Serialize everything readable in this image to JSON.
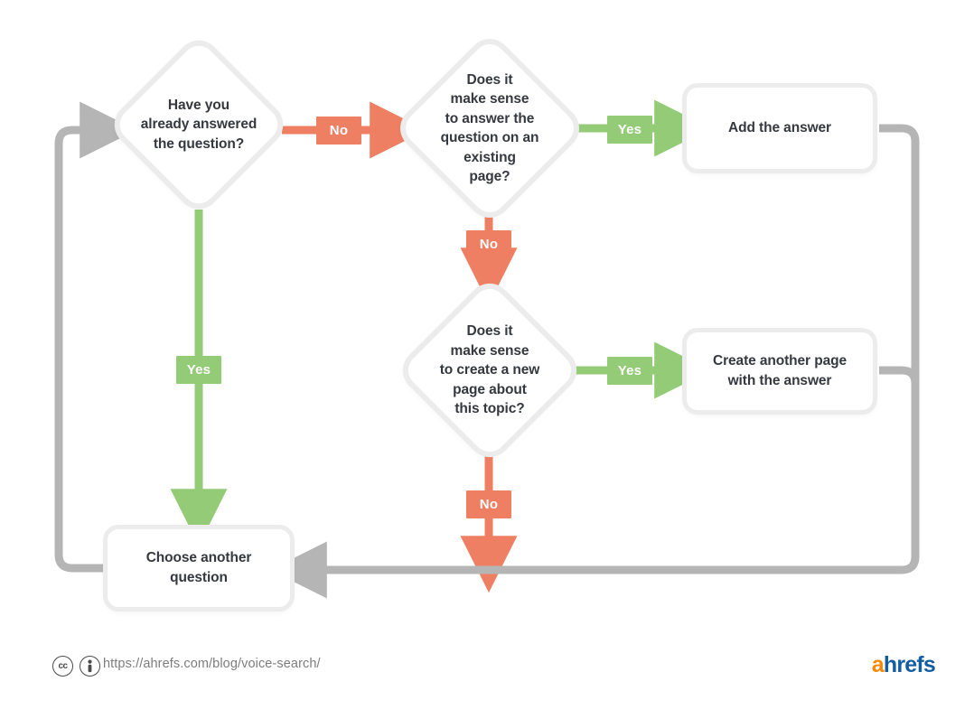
{
  "diagram": {
    "title": "Voice search content decision flowchart",
    "colors": {
      "no": "#ee7f62",
      "yes": "#94cb77",
      "neutral": "#b5b5b5",
      "node_fill": "#ffffff",
      "node_border": "#ececec",
      "text": "#35393f"
    },
    "nodes": {
      "q1": "Have you\nalready answered\nthe  question?",
      "q2": "Does it\nmake sense\nto answer the\nquestion on an\nexisting\npage?",
      "q3": "Does it\nmake sense\nto create a new\npage about\nthis topic?",
      "add_answer": "Add the answer",
      "create_page": "Create another page\nwith the answer",
      "choose_another": "Choose another\nquestion"
    },
    "labels": {
      "q1_no": "No",
      "q1_yes": "Yes",
      "q2_yes": "Yes",
      "q2_no": "No",
      "q3_yes": "Yes",
      "q3_no": "No"
    }
  },
  "footer": {
    "cc_mark": "cc",
    "by_mark": "i",
    "url": "https://ahrefs.com/blog/voice-search/",
    "logo_a": "a",
    "logo_rest": "hrefs"
  }
}
